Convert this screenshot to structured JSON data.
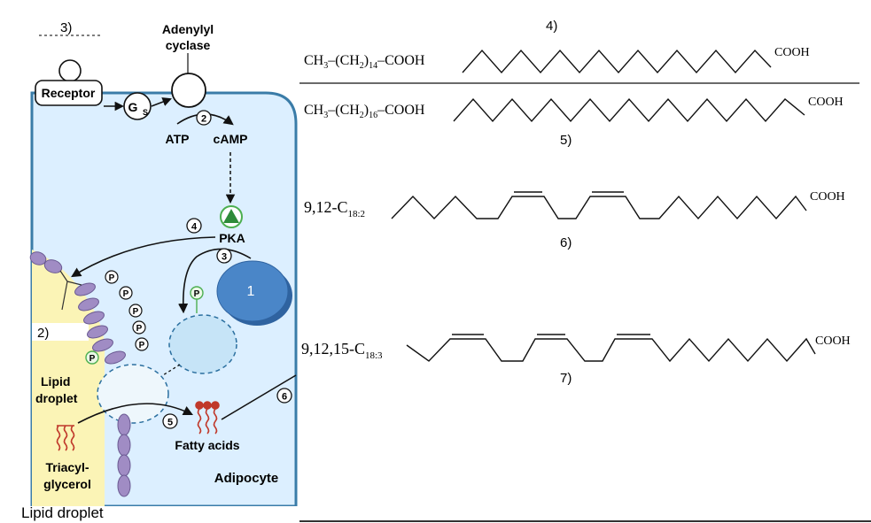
{
  "left_panel": {
    "labels": {
      "num3": "3)",
      "num2": "2)",
      "adenylyl_line1": "Adenylyl",
      "adenylyl_line2": "cyclase",
      "receptor": "Receptor",
      "gs_main": "G",
      "gs_sub": "S",
      "atp": "ATP",
      "camp": "cAMP",
      "pka": "PKA",
      "droplet_line1": "Lipid",
      "droplet_line2": "droplet",
      "fatty_acids": "Fatty acids",
      "tag_line1": "Triacyl-",
      "tag_line2": "glycerol",
      "adipocyte": "Adipocyte",
      "bottom_caption": "Lipid droplet",
      "blob_number": "1",
      "phospho": "P"
    },
    "steps": {
      "s2": "2",
      "s3": "3",
      "s4": "4",
      "s5": "5",
      "s6": "6"
    },
    "colors": {
      "cell": "#dcefff",
      "cell_border": "#3a7ca8",
      "droplet": "#fbf4b6",
      "purple": "#a08cc4",
      "enzyme": "#3a78b8",
      "vesicle": "#c6e4f7",
      "fatty_acid": "#c0392b"
    }
  },
  "right_panel": {
    "labels": {
      "n4": "4)",
      "n5": "5)",
      "n6": "6)",
      "n7": "7)",
      "cooh": "COOH",
      "ch3": "CH",
      "sub3": "3",
      "ch2": "(CH",
      "sub2": "2",
      "close_paren": ")",
      "sub14": "14",
      "sub16": "16",
      "cooh_tail": "–COOH",
      "dash": "–",
      "pos_1": "9,12-C",
      "sub_182": "18:2",
      "pos_2": "9,12,15-C",
      "sub_183": "18:3"
    }
  }
}
